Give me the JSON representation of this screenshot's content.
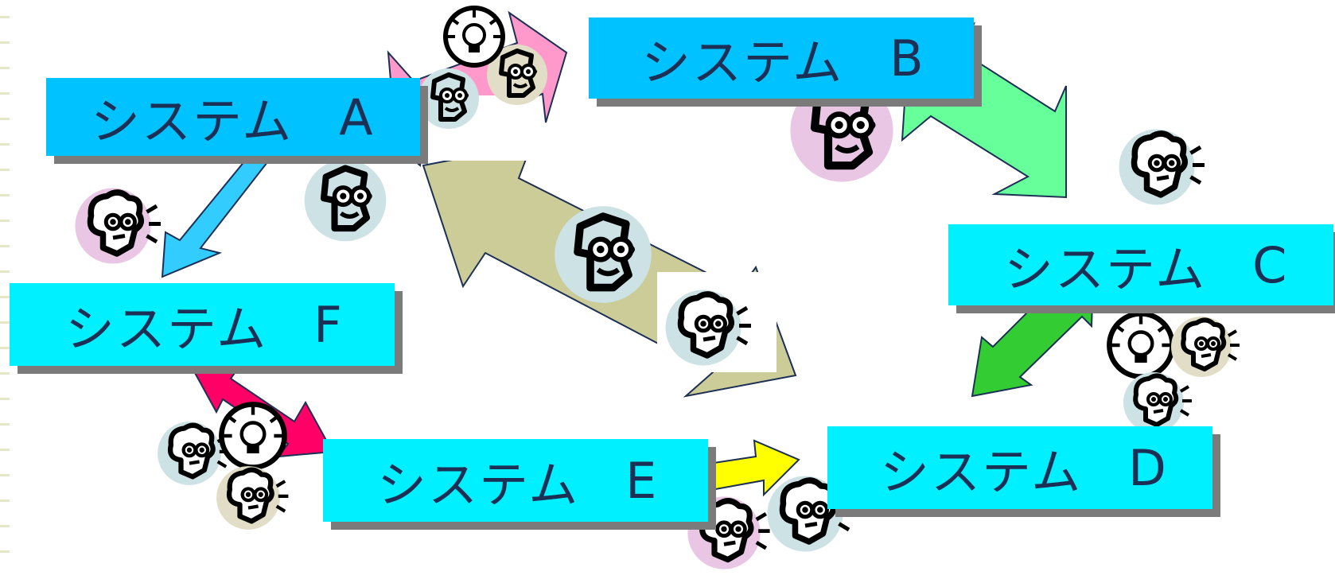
{
  "systems": {
    "a": {
      "label": "システム",
      "letter": "A"
    },
    "b": {
      "label": "システム",
      "letter": "B"
    },
    "c": {
      "label": "システム",
      "letter": "C"
    },
    "d": {
      "label": "システム",
      "letter": "D"
    },
    "e": {
      "label": "システム",
      "letter": "E"
    },
    "f": {
      "label": "システム",
      "letter": "F"
    }
  },
  "colors": {
    "system_blue": "#00c2ff",
    "system_cyan": "#00f0ff",
    "arrow_pink": "#ff99cc",
    "arrow_green_light": "#66ff99",
    "arrow_sky": "#33ccff",
    "arrow_khaki": "#cccc99",
    "arrow_green": "#33cc33",
    "arrow_crimson": "#ff0066",
    "arrow_yellow": "#ffff00",
    "bubble_pink": "#e8c6e4",
    "bubble_blue": "#cde2e4",
    "bubble_tan": "#e2ddc6"
  }
}
